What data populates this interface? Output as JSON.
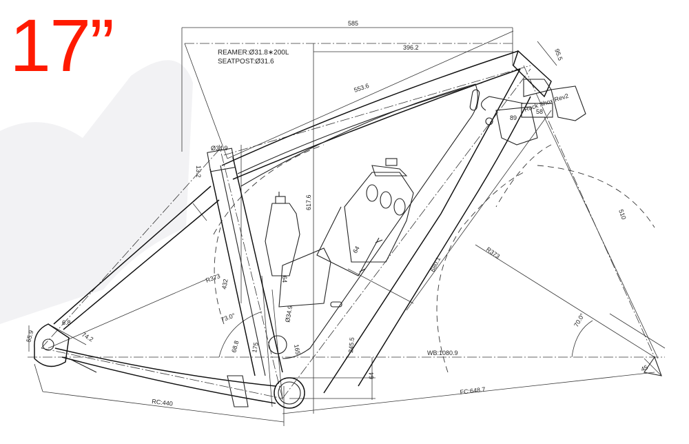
{
  "size_label": "17”",
  "accent_color": "#ff1a00",
  "notes": {
    "reamer": "REAMER:Ø31.8∗200L",
    "seatpost": "SEATPOST:Ø31.6"
  },
  "dimensions": {
    "top_length": "585",
    "reach": "396.2",
    "top_tube": "553.6",
    "head_tube": "95.5",
    "fork_label": "Rock Shox Rev2",
    "headset_1": "89",
    "headset_2": "58",
    "seat_clamp": "Ø34.9",
    "seat_clamp_h": "13.2",
    "seat_tube": "617.6",
    "cage_mount_1": "64",
    "cage_mount_2": "64",
    "radius_front": "R373",
    "radius_rear": "R373",
    "seat_tube_len": "432",
    "down_tube": "680.1",
    "fork_length": "510",
    "seat_angle": "73.0°",
    "head_angle": "70.0°",
    "bb_dim_1": "68.8",
    "bb_dim_2": "175",
    "bb_dim_3": "165",
    "bb_shell": "Ø34.9",
    "bb_height": "245.5",
    "wheelbase": "WB:1080.9",
    "bb_drop": "64",
    "front_center": "FC:648.7",
    "chainstay": "RC:440",
    "fork_offset": "45",
    "dropout_1": "55.9",
    "dropout_2": "6.8",
    "dropout_3": "74.2"
  }
}
